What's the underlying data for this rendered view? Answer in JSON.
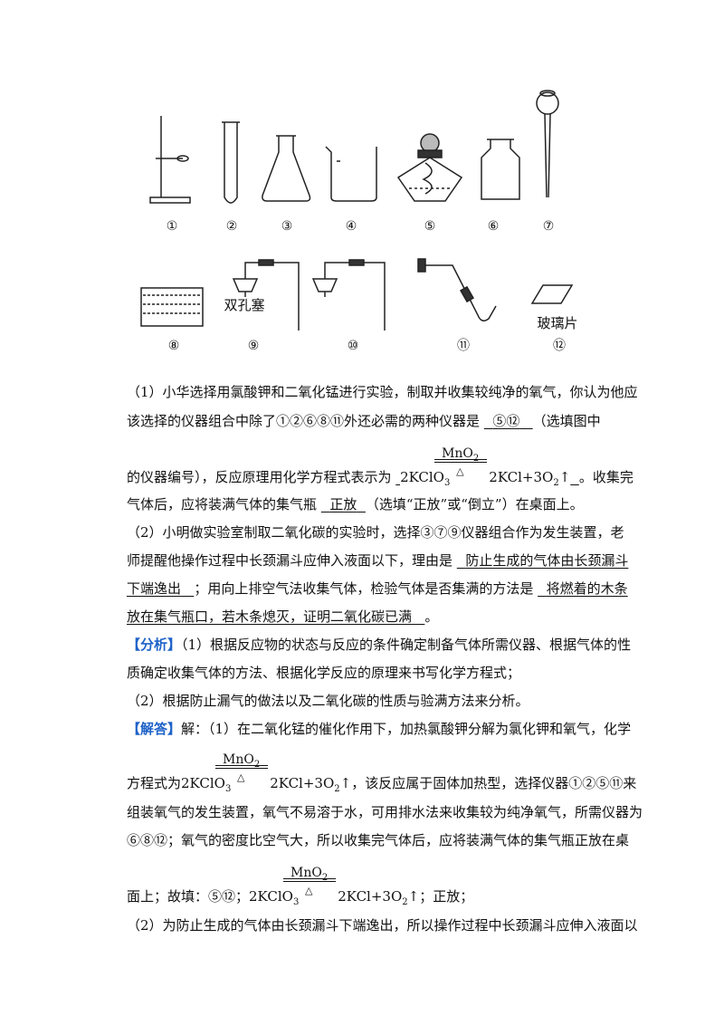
{
  "figure": {
    "numbers": [
      "①",
      "②",
      "③",
      "④",
      "⑤",
      "⑥",
      "⑦",
      "⑧",
      "⑨",
      "⑩",
      "⑪",
      "⑫"
    ],
    "label_stopper": "双孔塞",
    "label_glass": "玻璃片"
  },
  "q1": {
    "line1": "（1）小华选择用氯酸钾和二氧化锰进行实验，制取并收集较纯净的氧气，你认为他应",
    "line2_pre": "该选择的仪器组合中除了①②⑥⑧⑪外还必需的两种仪器是 ",
    "answer1": "⑤⑫",
    "line2_post": "（选填图中",
    "catalyst": "MnO",
    "catalyst_sub": "2",
    "heat": "△",
    "line3_pre": "的仪器编号），反应原理用化学方程式表示为 ",
    "eq_left": "2KClO",
    "eq_left_sub": "3",
    "eq_right": "2KCl+3O",
    "eq_right_sub": "2",
    "eq_arrow": "↑",
    "line3_post": "。收集完",
    "line4_pre": "气体后，应将装满气体的集气瓶 ",
    "answer3": "正放",
    "line4_post": "（选填“正放”或“倒立”）在桌面上。"
  },
  "q2": {
    "line1": "（2）小明做实验室制取二氧化碳的实验时，选择③⑦⑨仪器组合作为发生装置，老",
    "line2_pre": "师提醒他操作过程中长颈漏斗应伸入液面以下，理由是 ",
    "answer1a": "防止生成的气体由长颈漏斗",
    "answer1b": "下端逸出",
    "line3_mid": "；用向上排空气法收集气体，检验气体是否集满的方法是 ",
    "answer2a": "将燃着的木条",
    "answer2b": "放在集气瓶口，若木条熄灭，证明二氧化碳已满",
    "line4_post": "。"
  },
  "analysis": {
    "tag": "【分析】",
    "line1": "（1）根据反应物的状态与反应的条件确定制备气体所需仪器、根据气体的性",
    "line2": "质确定收集气体的方法、根据化学反应的原理来书写化学方程式；",
    "line3": "（2）根据防止漏气的做法以及二氧化碳的性质与验满方法来分析。"
  },
  "solution": {
    "tag": "【解答】",
    "line1": "解：（1）在二氧化锰的催化作用下，加热氯酸钾分解为氯化钾和氧气，化学",
    "line2_pre": "方程式为",
    "line2_post": "，该反应属于固体加热型，选择仪器①②⑤⑪来",
    "line3": "组装氧气的发生装置，氧气不易溶于水，可用排水法来收集较为纯净氧气，所需仪器为",
    "line4": "⑥⑧⑫；氧气的密度比空气大，所以收集完气体后，应将装满气体的集气瓶正放在桌",
    "line5_pre": "面上；故填：⑤⑫；",
    "line5_post": "；正放；",
    "line6": "（2）为防止生成的气体由长颈漏斗下端逸出，所以操作过程中长颈漏斗应伸入液面以"
  }
}
